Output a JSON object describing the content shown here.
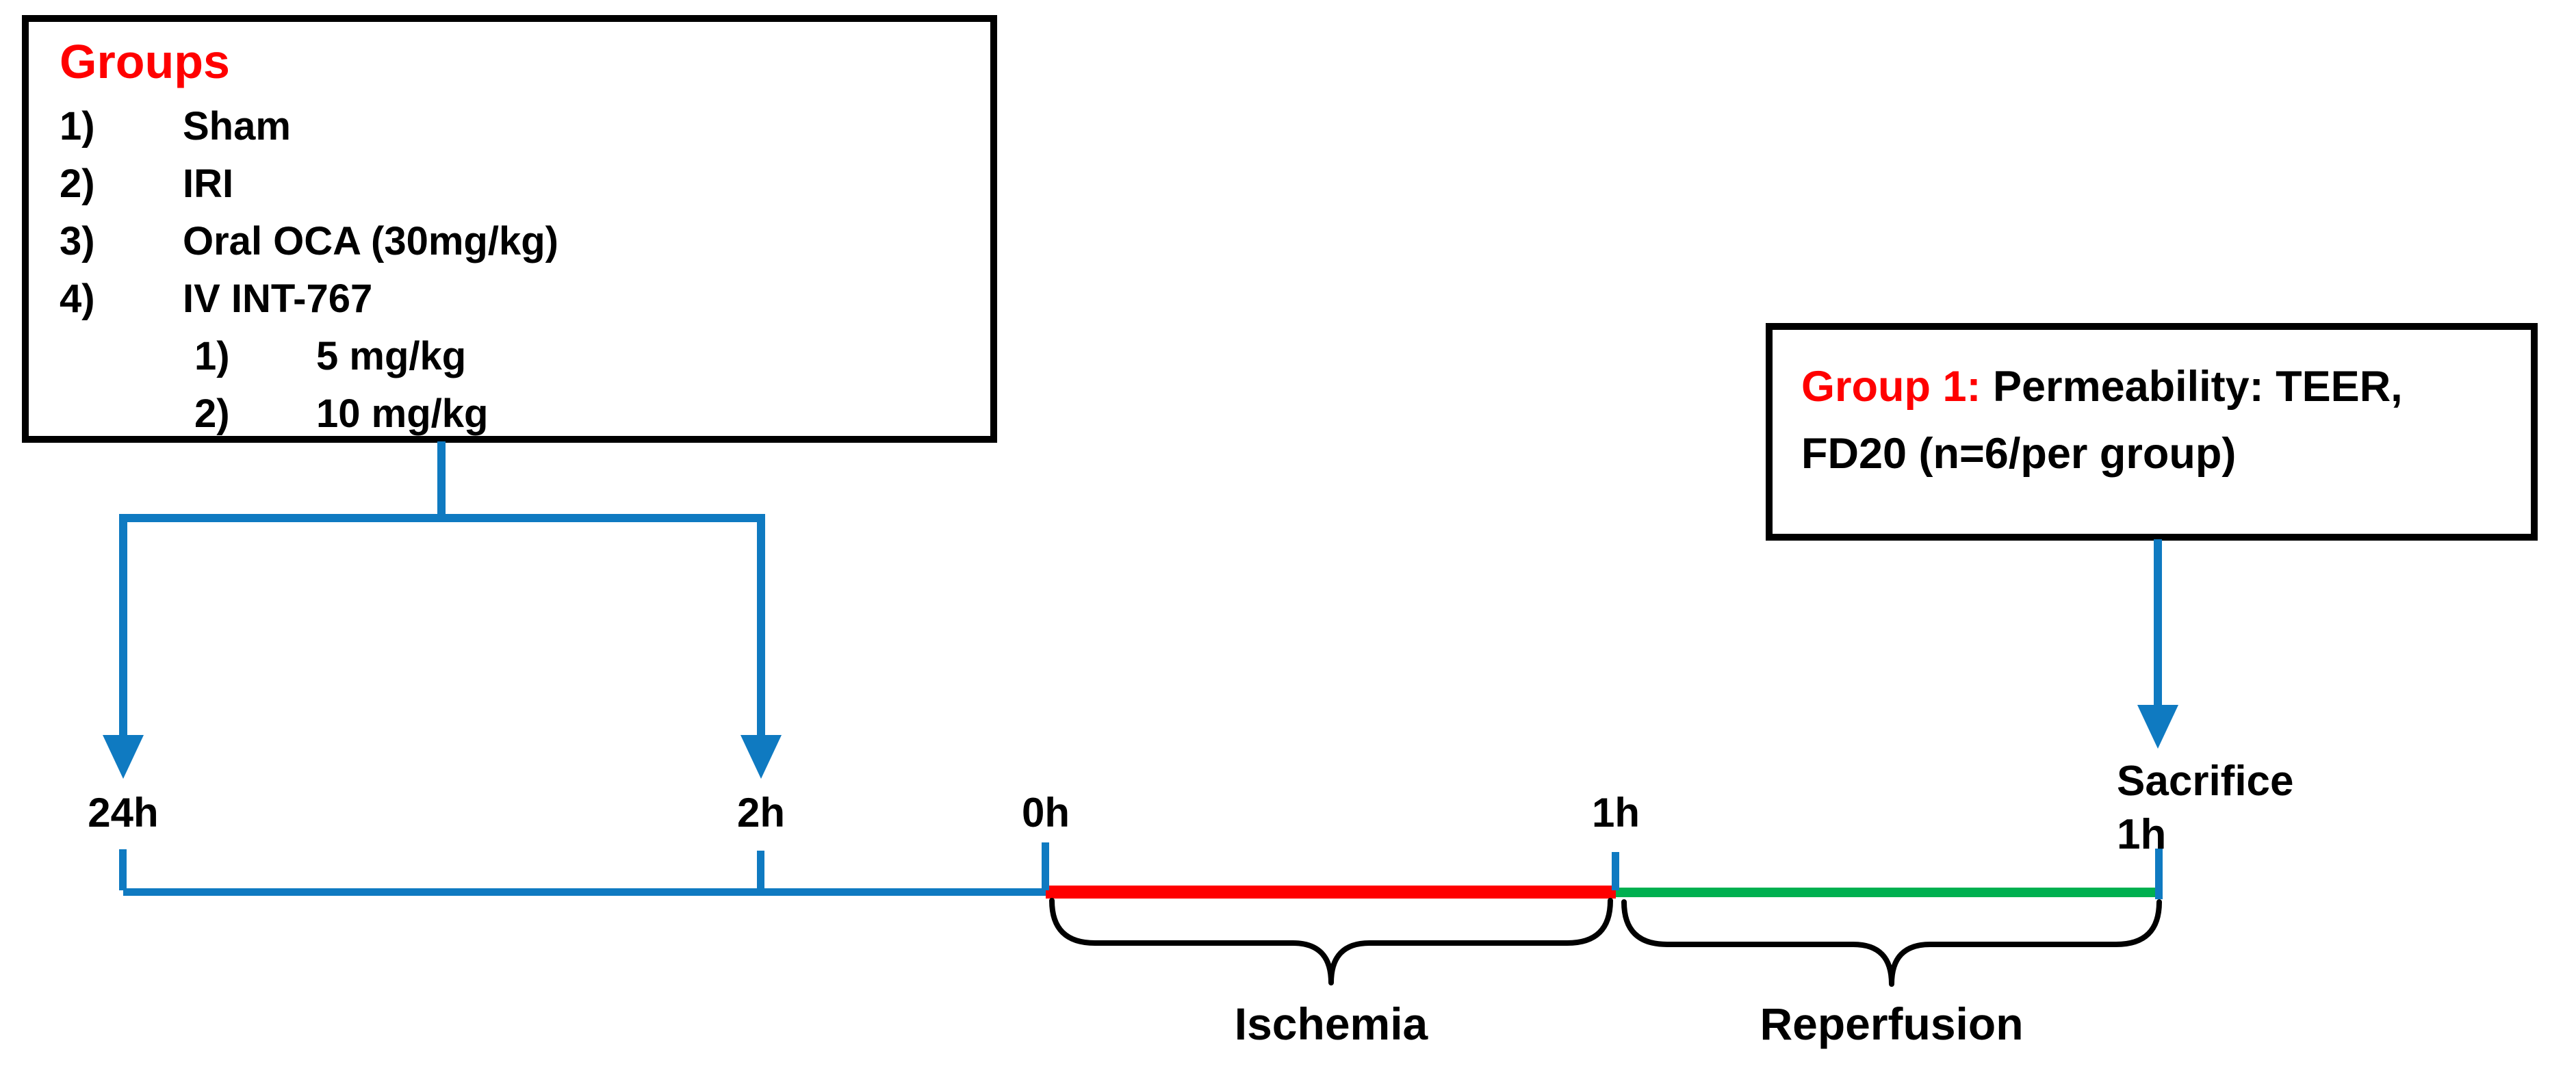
{
  "palette": {
    "blue": "#0f7ac1",
    "red": "#ff0000",
    "green": "#00b050",
    "ink": "#000000",
    "paper": "#ffffff"
  },
  "groups_box": {
    "title": "Groups",
    "items": [
      {
        "num": "1)",
        "label": "Sham"
      },
      {
        "num": "2)",
        "label": "IRI"
      },
      {
        "num": "3)",
        "label": "Oral OCA (30mg/kg)"
      },
      {
        "num": "4)",
        "label": "IV INT-767"
      },
      {
        "num": "1)",
        "label": "5 mg/kg",
        "sub": true
      },
      {
        "num": "2)",
        "label": "10 mg/kg",
        "sub": true
      }
    ]
  },
  "annotation_box": {
    "highlight": "Group 1:",
    "line1_rest": " Permeability: TEER,",
    "line2": "FD20 (n=6/per group)"
  },
  "timeline": {
    "pre24": "24h",
    "pre2": "2h",
    "t0": "0h",
    "t1": "1h",
    "sacrifice": "Sacrifice",
    "sacrifice_time": "1h",
    "phases": [
      {
        "name": "Ischemia",
        "color": "#ff0000"
      },
      {
        "name": "Reperfusion",
        "color": "#00b050"
      }
    ]
  }
}
